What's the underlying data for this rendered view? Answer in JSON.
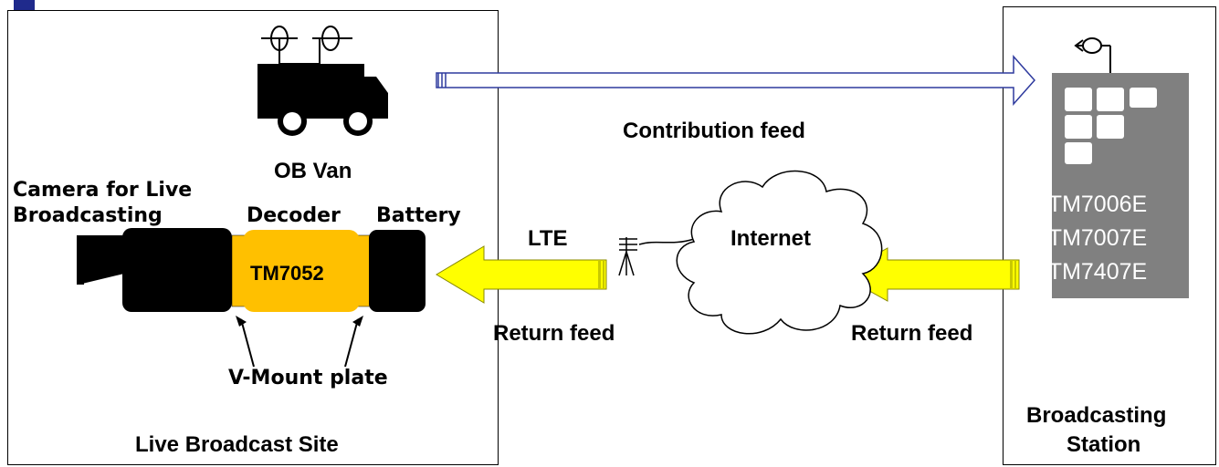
{
  "live_site": {
    "label": "Live Broadcast Site"
  },
  "ob_van": {
    "label": "OB Van"
  },
  "camera": {
    "label_line1": "Camera for Live",
    "label_line2": "Broadcasting"
  },
  "decoder": {
    "label": "Decoder",
    "model": "TM7052"
  },
  "battery": {
    "label": "Battery"
  },
  "mount": {
    "label": "V-Mount plate"
  },
  "links": {
    "contribution": "Contribution feed",
    "lte": "LTE",
    "internet": "Internet",
    "return_left": "Return feed",
    "return_right": "Return feed"
  },
  "station": {
    "label_line1": "Broadcasting",
    "label_line2": "Station",
    "models": [
      "TM7006E",
      "TM7007E",
      "TM7407E"
    ]
  },
  "colors": {
    "arrow_yellow": "#ffff00",
    "decoder_orange": "#ffc000",
    "contribution_arrow": "#2e3a9e",
    "encoder_panel": "#808080",
    "corner_mark": "#1f2a8c"
  }
}
